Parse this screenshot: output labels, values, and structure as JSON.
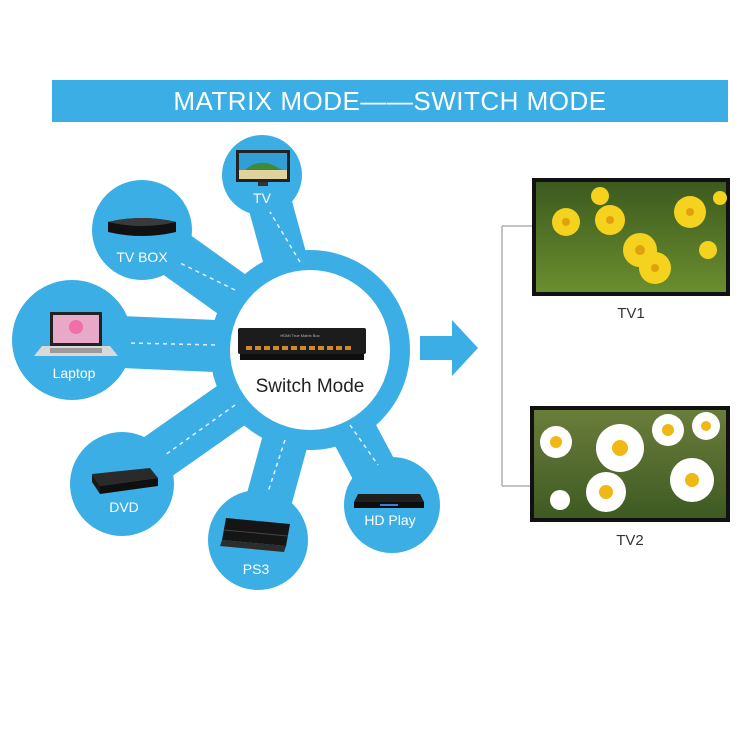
{
  "banner": {
    "title": "MATRIX MODE——SWITCH MODE"
  },
  "hub": {
    "label": "Switch Mode",
    "device_tiny_text": "HDMI True Matrix Box"
  },
  "sources": {
    "tv": "TV",
    "tvbox": "TV BOX",
    "laptop": "Laptop",
    "dvd": "DVD",
    "ps3": "PS3",
    "hdplay": "HD Play"
  },
  "outputs": {
    "tv1": "TV1",
    "tv2": "TV2"
  },
  "colors": {
    "accent": "#3aaee5",
    "device": "#1c1c1c",
    "port": "#d08a2a"
  },
  "icons": [
    "tv-icon",
    "tv-box-icon",
    "laptop-icon",
    "dvd-player-icon",
    "ps3-console-icon",
    "hd-player-icon",
    "matrix-switch-icon",
    "arrow-right-icon",
    "yellow-flowers-image",
    "daisies-image"
  ]
}
